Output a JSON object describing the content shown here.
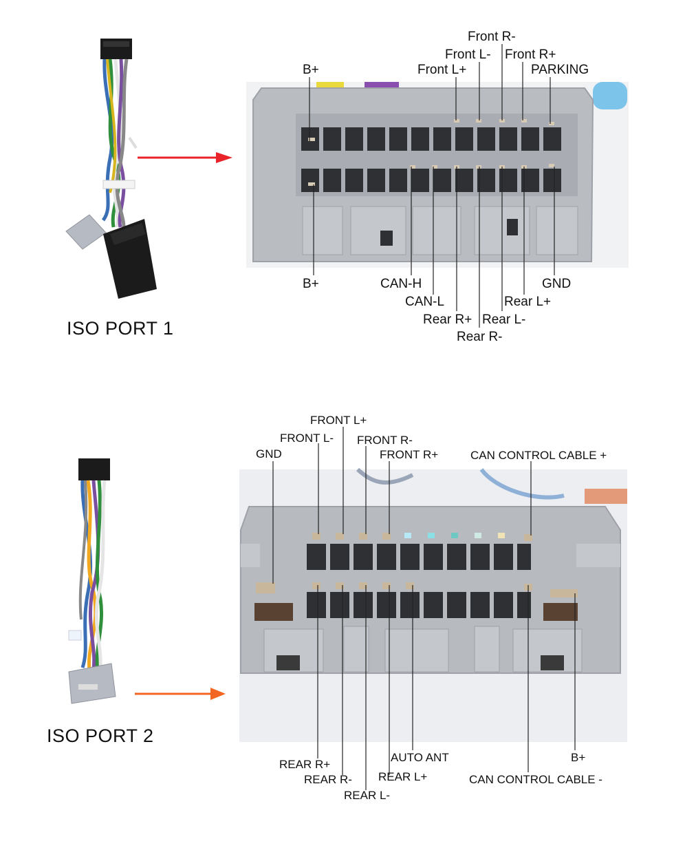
{
  "port1": {
    "title": "ISO PORT 1",
    "labels_top": {
      "front_r_minus": "Front R-",
      "front_l_minus": "Front L-",
      "front_r_plus": "Front R+",
      "b_plus": "B+",
      "front_l_plus": "Front L+",
      "parking": "PARKING"
    },
    "labels_bottom": {
      "b_plus": "B+",
      "can_h": "CAN-H",
      "gnd": "GND",
      "can_l": "CAN-L",
      "rear_l_plus": "Rear L+",
      "rear_r_plus": "Rear R+",
      "rear_l_minus": "Rear L-",
      "rear_r_minus": "Rear R-"
    }
  },
  "port2": {
    "title": "ISO PORT 2",
    "labels_top": {
      "front_l_plus": "FRONT L+",
      "front_l_minus": "FRONT L-",
      "front_r_minus": "FRONT R-",
      "gnd": "GND",
      "front_r_plus": "FRONT R+",
      "can_control_plus": "CAN CONTROL CABLE +"
    },
    "labels_bottom": {
      "auto_ant": "AUTO ANT",
      "b_plus": "B+",
      "rear_r_plus": "REAR R+",
      "rear_r_minus": "REAR R-",
      "rear_l_plus": "REAR L+",
      "can_control_minus": "CAN CONTROL CABLE -",
      "rear_l_minus": "REAR L-"
    }
  },
  "colors": {
    "arrow1": "#e8232a",
    "arrow2": "#f26522",
    "connector_gray": "#b9bcc1",
    "line": "#222222"
  }
}
